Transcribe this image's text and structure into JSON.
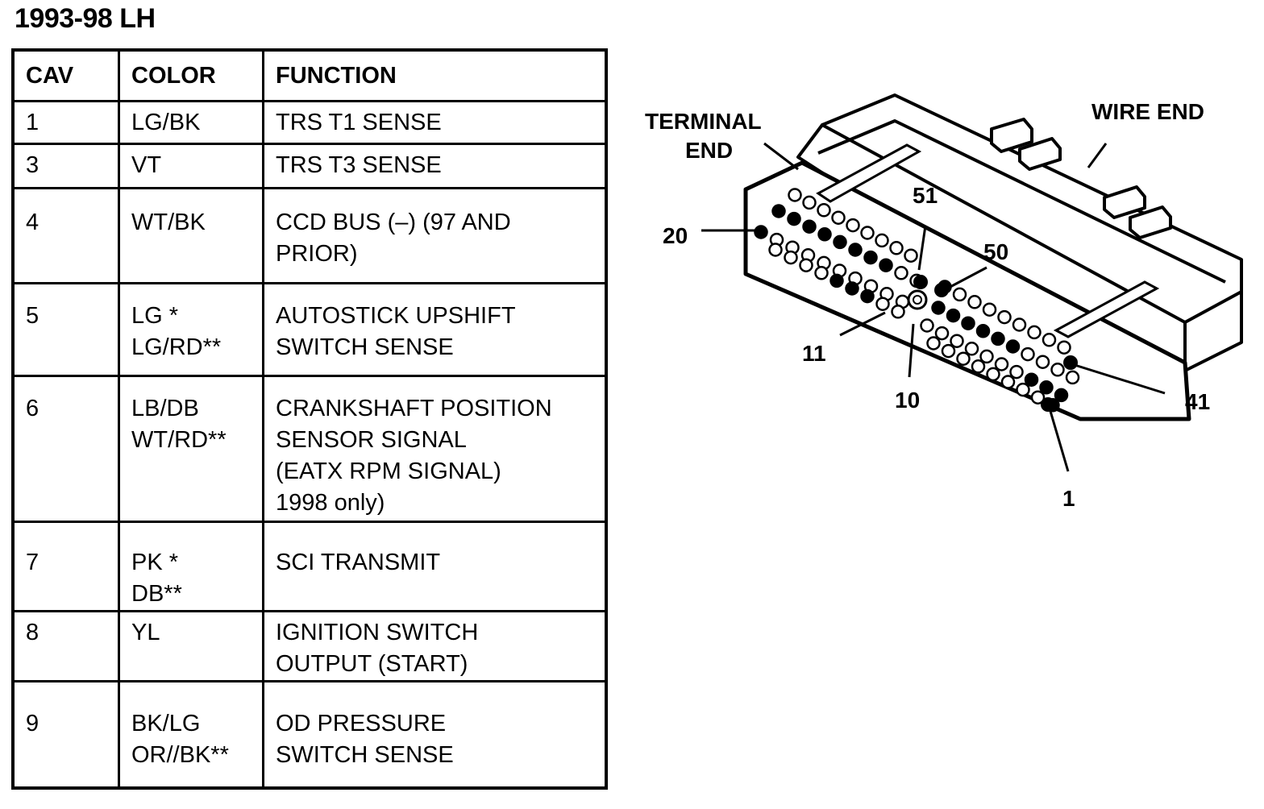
{
  "title": "1993-98 LH",
  "table": {
    "headers": {
      "cav": "CAV",
      "color": "COLOR",
      "function": "FUNCTION"
    },
    "rows": [
      {
        "cav": "1",
        "color": "LG/BK",
        "function": "TRS T1 SENSE"
      },
      {
        "cav": "3",
        "color": "VT",
        "function": "TRS T3  SENSE"
      },
      {
        "cav": "4",
        "color": "WT/BK",
        "function": "CCD BUS (–) (97 AND\nPRIOR)"
      },
      {
        "cav": "5",
        "color": "LG *\nLG/RD**",
        "function": "AUTOSTICK UPSHIFT\nSWITCH SENSE"
      },
      {
        "cav": "6",
        "color": "LB/DB\nWT/RD**",
        "function": "CRANKSHAFT POSITION\nSENSOR SIGNAL\n(EATX RPM SIGNAL)\n1998 only)"
      },
      {
        "cav": "7",
        "color": "PK *\nDB**",
        "function": "SCI TRANSMIT"
      },
      {
        "cav": "8",
        "color": "YL",
        "function": "IGNITION SWITCH\nOUTPUT (START)"
      },
      {
        "cav": "9",
        "color": "BK/LG\nOR//BK**",
        "function": "OD PRESSURE\nSWITCH SENSE"
      }
    ]
  },
  "diagram": {
    "terminal_end_line1": "TERMINAL",
    "terminal_end_line2": "END",
    "wire_end": "WIRE END",
    "pin_labels": {
      "p20": "20",
      "p51": "51",
      "p50": "50",
      "p11": "11",
      "p10": "10",
      "p41": "41",
      "p1": "1"
    }
  }
}
